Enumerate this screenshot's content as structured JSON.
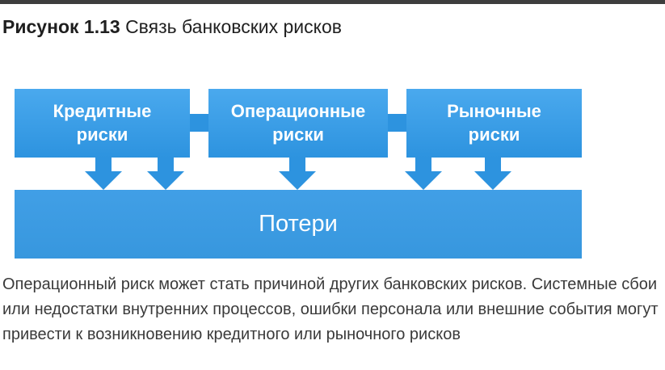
{
  "figure": {
    "label": "Рисунок 1.13",
    "title": "Связь банковских рисков"
  },
  "diagram": {
    "boxes": [
      {
        "label": "Кредитные риски"
      },
      {
        "label": "Операционные риски"
      },
      {
        "label": "Рыночные риски"
      }
    ],
    "result_box": {
      "label": "Потери"
    },
    "colors": {
      "box_top": "#4aa9ee",
      "box_bottom": "#2d93df",
      "connector": "#2d93df",
      "arrow": "#2d93df",
      "result_top": "#419fe6",
      "result_bottom": "#3797de",
      "rule": "#3d3d3d",
      "box_text": "#ffffff"
    }
  },
  "caption": "Операционный риск может стать причиной других банковских рисков. Системные сбои или недостатки внутренних процессов, ошибки персонала или внешние события могут привести к возникновению кредитного или рыночного рисков"
}
